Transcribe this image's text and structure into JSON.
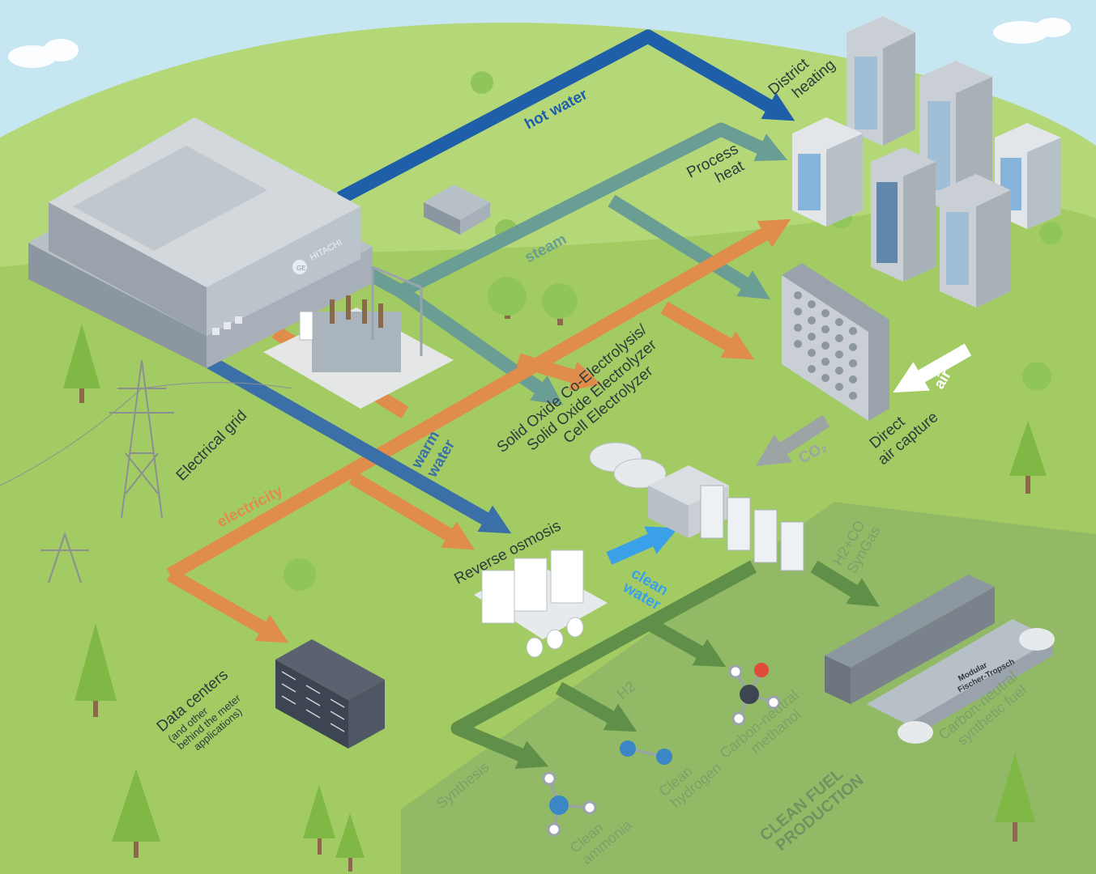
{
  "flows": {
    "hot_water": "hot water",
    "steam": "steam",
    "electricity": "electricity",
    "warm_water": [
      "warm",
      "water"
    ],
    "clean_water": [
      "clean",
      "water"
    ],
    "air": "air",
    "co2": "CO₂"
  },
  "labels": {
    "district_heating": [
      "District",
      "heating"
    ],
    "process_heat": [
      "Process",
      "heat"
    ],
    "electrolyzer": [
      "Solid Oxide Co-Electrolysis/",
      "Solid Oxide Electrolyzer",
      "Cell Electrolyzer"
    ],
    "direct_air_capture": [
      "Direct",
      "air capture"
    ],
    "electrical_grid": "Electrical grid",
    "reverse_osmosis": "Reverse osmosis",
    "data_centers": "Data centers",
    "data_centers_sub": [
      "(and other",
      "behind the meter",
      "applications)"
    ],
    "plant_brand": "HITACHI",
    "plant_logo": "GE"
  },
  "fuel": {
    "syngas": [
      "H2+CO",
      "SynGas"
    ],
    "h2": "H2",
    "synthesis": "Synthesis",
    "clean_ammonia": [
      "Clean",
      "ammonia"
    ],
    "clean_hydrogen": [
      "Clean",
      "hydrogen"
    ],
    "methanol": [
      "Carbon-neutral",
      "methanol"
    ],
    "synthetic_fuel": [
      "Carbon-neutral",
      "synthetic fuel"
    ],
    "fischer_tropsch": [
      "Modular",
      "Fischer-Tropsch"
    ],
    "section_title": [
      "CLEAN FUEL",
      "PRODUCTION"
    ]
  },
  "colors": {
    "sky": "#c6e6f2",
    "grass_light": "#b4d878",
    "grass": "#a3cb64",
    "hot_water": "#1f5ea8",
    "steam": "#6a9e94",
    "electricity": "#e08c4a",
    "warm_water": "#3b6fa8",
    "clean_water": "#3aa0e8",
    "fuel": "#5f8f48",
    "fuel_zone": "#8fb766"
  }
}
